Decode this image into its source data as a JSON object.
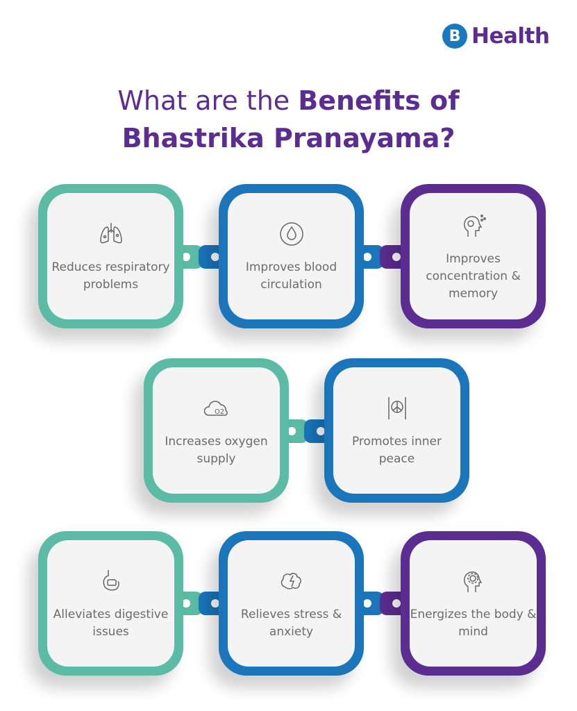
{
  "brand": {
    "mark": "B",
    "name": "Health",
    "colors": {
      "teal": "#5bbba5",
      "blue": "#1a75bb",
      "purple": "#5c2d91"
    }
  },
  "title": {
    "prefix": "What are the ",
    "bold1": "Benefits of",
    "line2": "Bhastrika Pranayama?"
  },
  "benefits": [
    {
      "label": "Reduces respiratory problems",
      "icon": "lungs-icon"
    },
    {
      "label": "Improves blood circulation",
      "icon": "blood-drop-icon"
    },
    {
      "label": "Improves concentration & memory",
      "icon": "head-brain-icon"
    },
    {
      "label": "Increases oxygen supply",
      "icon": "oxygen-cloud-icon"
    },
    {
      "label": "Promotes inner peace",
      "icon": "chest-peace-icon"
    },
    {
      "label": "Alleviates digestive issues",
      "icon": "stomach-icon"
    },
    {
      "label": "Relieves stress & anxiety",
      "icon": "brain-lightning-icon"
    },
    {
      "label": "Energizes the body & mind",
      "icon": "head-gear-icon"
    }
  ]
}
